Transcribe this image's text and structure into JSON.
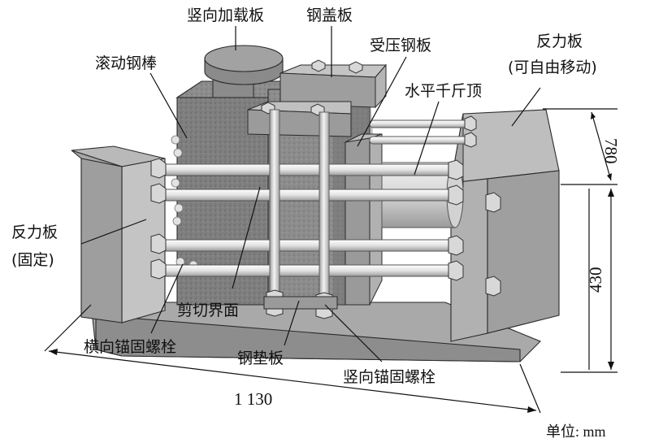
{
  "labels": {
    "vertical_loading_plate": "竖向加载板",
    "steel_cover_plate": "钢盖板",
    "rolling_steel_bars": "滚动钢棒",
    "compression_steel_plate": "受压钢板",
    "reaction_plate_movable_line1": "反力板",
    "reaction_plate_movable_line2": "(可自由移动)",
    "horizontal_jack": "水平千斤顶",
    "reaction_plate_fixed_line1": "反力板",
    "reaction_plate_fixed_line2": "(固定)",
    "shear_interface": "剪切界面",
    "transverse_anchor_bolt": "横向锚固螺栓",
    "steel_shim_plate": "钢垫板",
    "vertical_anchor_bolt": "竖向锚固螺栓"
  },
  "dimensions": {
    "width": "780",
    "height": "430",
    "length": "1 130",
    "unit_label": "单位: mm"
  },
  "colors": {
    "steel_dark": "#8f8f8f",
    "steel_light": "#c9c9c9",
    "concrete": "#7d7d7d",
    "rod": "#e6e6e6"
  }
}
